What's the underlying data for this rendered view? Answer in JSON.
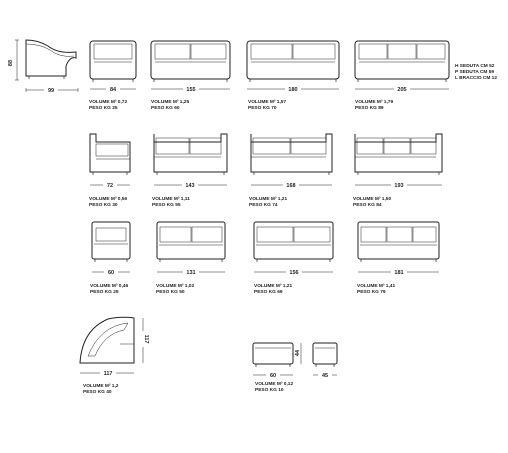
{
  "colors": {
    "ink": "#222222",
    "paper": "#ffffff"
  },
  "side_view": {
    "height": "88",
    "depth": "99"
  },
  "seat_info": [
    "H SEDUTA CM 52",
    "P SEDUTA CM 59",
    "L BRACCIO CM 12"
  ],
  "row1": [
    {
      "width": "84",
      "volume": "VOLUME M³ 0,72",
      "weight": "PESO KG 25"
    },
    {
      "width": "155",
      "volume": "VOLUME M³ 1,25",
      "weight": "PESO KG 60"
    },
    {
      "width": "180",
      "volume": "VOLUME M³ 1,57",
      "weight": "PESO KG 70"
    },
    {
      "width": "205",
      "volume": "VOLUME M³ 1,79",
      "weight": "PESO KG 89"
    }
  ],
  "row2": [
    {
      "width": "72",
      "volume": "VOLUME M³ 0,56",
      "weight": "PESO KG 30"
    },
    {
      "width": "143",
      "volume": "VOLUME M³ 1,11",
      "weight": "PESO KG 55"
    },
    {
      "width": "168",
      "volume": "VOLUME M³ 1,21",
      "weight": "PESO KG 74"
    },
    {
      "width": "193",
      "volume": "VOLUME M³ 1,50",
      "weight": "PESO KG 84"
    }
  ],
  "row3": [
    {
      "width": "60",
      "volume": "VOLUME M³ 0,46",
      "weight": "PESO KG 25"
    },
    {
      "width": "131",
      "volume": "VOLUME M³ 1,02",
      "weight": "PESO KG 50"
    },
    {
      "width": "156",
      "volume": "VOLUME M³ 1,21",
      "weight": "PESO KG 69"
    },
    {
      "width": "181",
      "volume": "VOLUME M³ 1,41",
      "weight": "PESO KG 79"
    }
  ],
  "corner": {
    "width": "117",
    "depth": "117",
    "volume": "VOLUME M³ 1,2",
    "weight": "PESO KG 40"
  },
  "pouf": {
    "width": "60",
    "height": "44",
    "depth": "45",
    "volume": "VOLUME M³ 0,12",
    "weight": "PESO KG 10"
  }
}
